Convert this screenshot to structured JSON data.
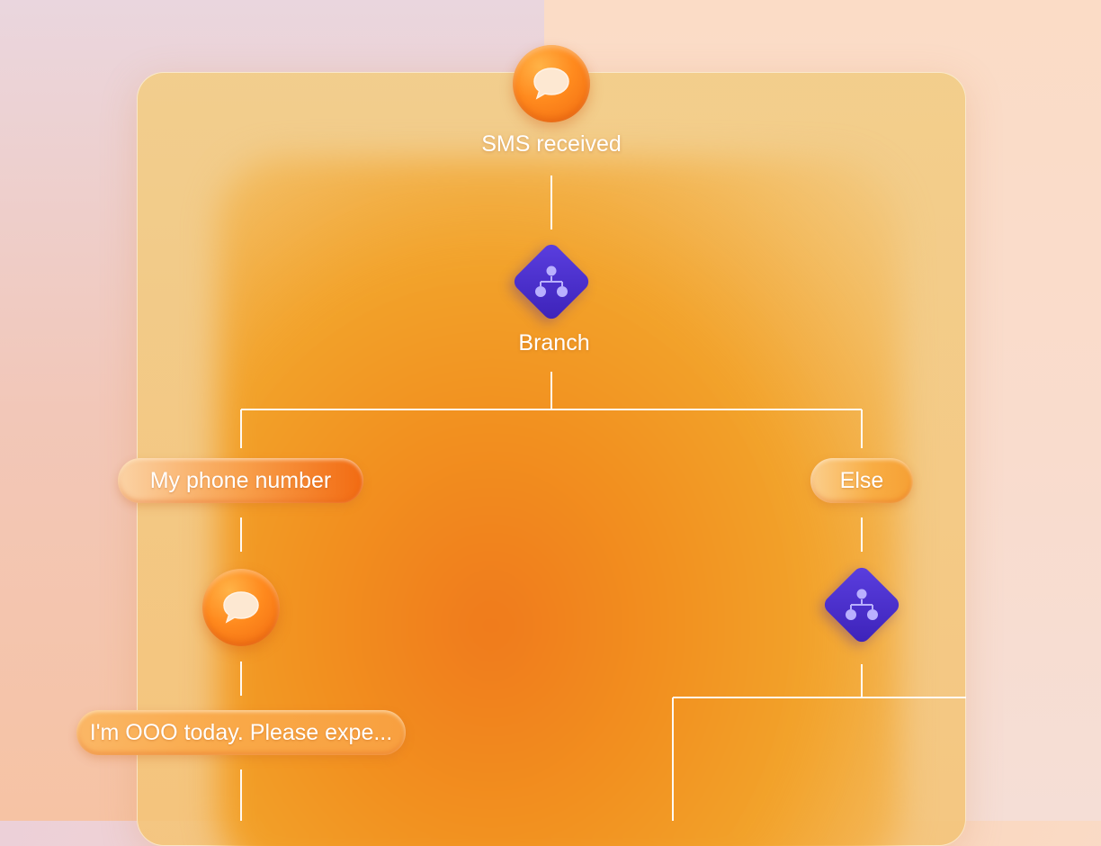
{
  "nodes": {
    "trigger": {
      "label": "SMS received",
      "icon": "chat-bubble-icon"
    },
    "branch": {
      "label": "Branch",
      "icon": "branch-icon"
    },
    "phone_condition": {
      "label": "My phone number"
    },
    "else_condition": {
      "label": "Else"
    },
    "reply_sms": {
      "icon": "chat-bubble-icon"
    },
    "reply_message": {
      "label": "I'm OOO today. Please expe..."
    },
    "else_branch": {
      "icon": "branch-icon"
    }
  },
  "colors": {
    "accent_orange": "#f7831a",
    "branch_purple": "#4a2fcf",
    "connector": "#ffffff"
  }
}
